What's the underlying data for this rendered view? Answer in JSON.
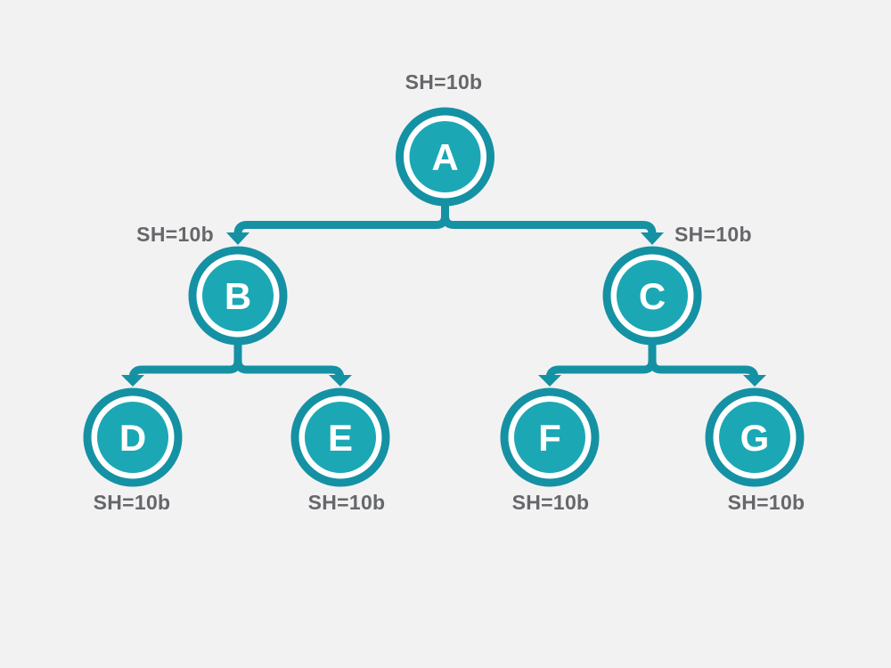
{
  "diagram": {
    "type": "binary-tree",
    "description": "Seven-node tree with teal circular nodes and share annotations",
    "colors": {
      "background": "#f2f2f3",
      "line": "#1591a4",
      "ring": "#1591a4",
      "node_fill": "#1ba8b4",
      "node_letter": "#ffffff",
      "annotation": "#66676a",
      "gap": "#ffffff"
    },
    "nodes": [
      {
        "id": "A",
        "label": "A",
        "annotation": "SH=10b",
        "annotation_position": "top",
        "level": 0
      },
      {
        "id": "B",
        "label": "B",
        "annotation": "SH=10b",
        "annotation_position": "top-left",
        "level": 1
      },
      {
        "id": "C",
        "label": "C",
        "annotation": "SH=10b",
        "annotation_position": "top-right",
        "level": 1
      },
      {
        "id": "D",
        "label": "D",
        "annotation": "SH=10b",
        "annotation_position": "bottom",
        "level": 2
      },
      {
        "id": "E",
        "label": "E",
        "annotation": "SH=10b",
        "annotation_position": "bottom",
        "level": 2
      },
      {
        "id": "F",
        "label": "F",
        "annotation": "SH=10b",
        "annotation_position": "bottom",
        "level": 2
      },
      {
        "id": "G",
        "label": "G",
        "annotation": "SH=10b",
        "annotation_position": "bottom",
        "level": 2
      }
    ],
    "edges": [
      {
        "from": "A",
        "to": "B"
      },
      {
        "from": "A",
        "to": "C"
      },
      {
        "from": "B",
        "to": "D"
      },
      {
        "from": "B",
        "to": "E"
      },
      {
        "from": "C",
        "to": "F"
      },
      {
        "from": "C",
        "to": "G"
      }
    ]
  }
}
